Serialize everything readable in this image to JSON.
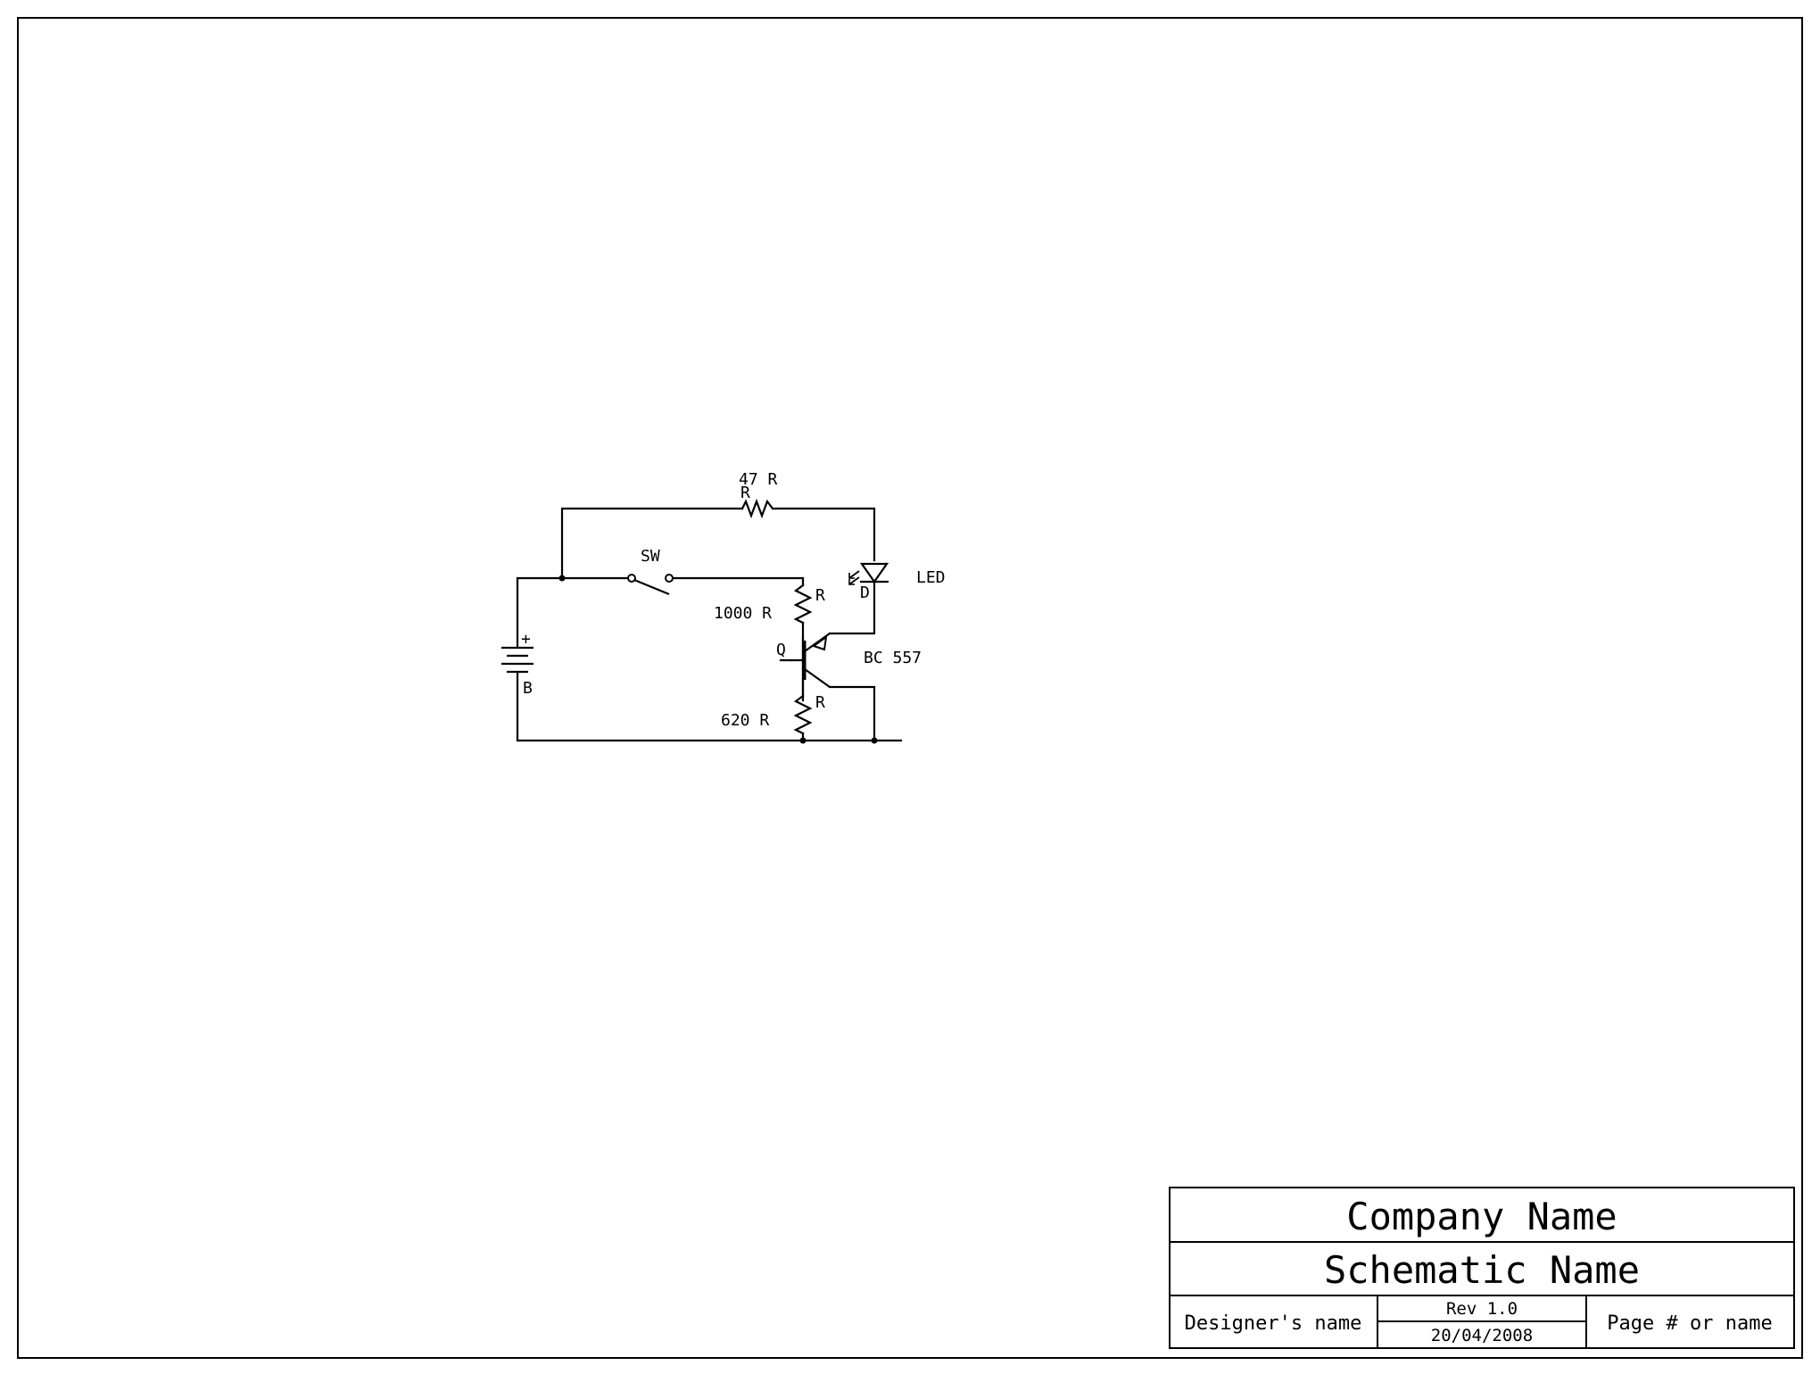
{
  "schematic": {
    "labels": {
      "r_top_value": "47 R",
      "r_top_ref": "R",
      "switch_ref": "SW",
      "r_mid_value": "1000 R",
      "r_mid_ref": "R",
      "transistor_ref": "Q",
      "transistor_value": "BC 557",
      "r_bottom_value": "620 R",
      "r_bottom_ref": "R",
      "led_ref": "D",
      "led_value": "LED",
      "battery_plus": "+",
      "battery_ref": "B"
    }
  },
  "title_block": {
    "company": "Company Name",
    "schematic_name": "Schematic Name",
    "designer": "Designer's name",
    "revision": "Rev 1.0",
    "date": "20/04/2008",
    "page": "Page # or name"
  }
}
